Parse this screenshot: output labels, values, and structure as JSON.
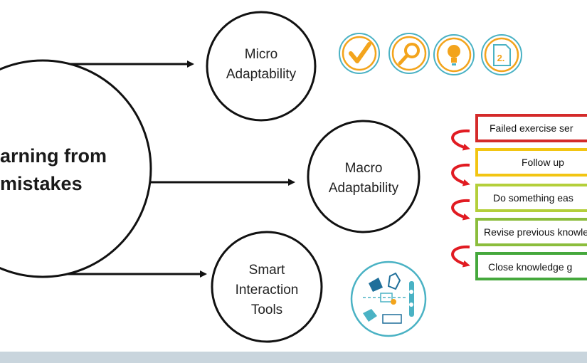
{
  "diagram": {
    "main_circle": {
      "line1": "arning from",
      "line2": "mistakes"
    },
    "nodes": [
      {
        "line1": "Micro",
        "line2": "Adaptability"
      },
      {
        "line1": "Macro",
        "line2": "Adaptability"
      },
      {
        "line1": "Smart",
        "line2": "Interaction",
        "line3": "Tools"
      }
    ],
    "micro_icons": [
      "checkmark-icon",
      "magnifier-icon",
      "lightbulb-icon",
      "document-icon"
    ],
    "micro_icon_number": "2.",
    "steps": [
      {
        "label": "Failed exercise ser",
        "color": "#d42a2a"
      },
      {
        "label": "Follow up",
        "color": "#f2c512"
      },
      {
        "label": "Do something eas",
        "color": "#b4cf3a"
      },
      {
        "label": "Revise previous knowle",
        "color": "#8bbd3c"
      },
      {
        "label": "Close knowledge g",
        "color": "#45a83c"
      }
    ],
    "icon_color": "#f3a41c",
    "icon_ring_color": "#4ab2c4",
    "loop_arrow_color": "#e11b22"
  }
}
